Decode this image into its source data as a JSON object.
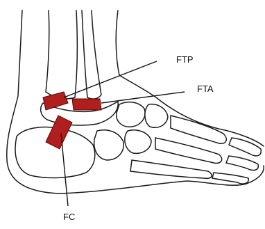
{
  "labels": {
    "ftp": "FTP",
    "fta": "FTA",
    "fc": "FC"
  },
  "colors": {
    "ligament_fill": "#b01e1e",
    "ligament_stroke": "#5a0808",
    "line": "#1a1a1a"
  }
}
